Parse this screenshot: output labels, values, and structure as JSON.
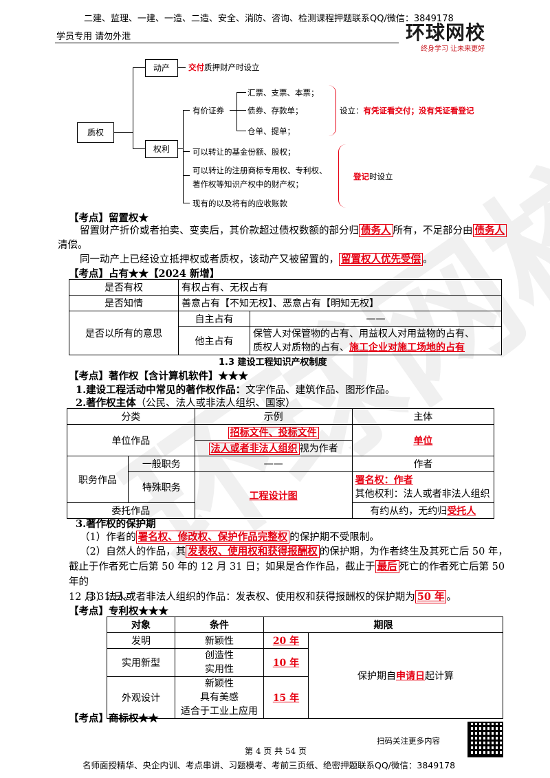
{
  "header": {
    "top_line": "二建、监理、一建、一造、二造、安全、消防、咨询、检测课程押题联系QQ/微信：3849178",
    "left": "学员专用  请勿外泄",
    "logo": "环球网校",
    "slogan": "终身学习  让未来更好"
  },
  "diagram": {
    "root": "质权",
    "movable": "动产",
    "movable_note_red": "交付",
    "movable_note": "质押财产时设立",
    "rights": "权利",
    "securities": "有价证券",
    "sec_items": [
      "汇票、支票、本票；",
      "债券、存款单；",
      "仓单、提单；"
    ],
    "sec_rule_prefix": "设立：",
    "sec_rule_red": "有凭证看交付；没有凭证看登记",
    "right_items": [
      "可以转让的基金份额、股权；",
      "可以转让的注册商标专用权、专利权、",
      "著作权等知识产权中的财产权；",
      "现有的以及将有的应收账款"
    ],
    "reg_red": "登记",
    "reg_rest": "时设立"
  },
  "lien": {
    "heading": "【考点】留置权★",
    "p1a": "留置财产折价或者拍卖、变卖后，其价款超过债权数额的部分归",
    "p1b": "债务人",
    "p1c": "所有，不足部分由",
    "p1d": "债务人",
    "p1e": "清偿。",
    "p2a": "同一动产上已经设立抵押权或者质权，该动产又被留置的，",
    "p2b": "留置权人优先受偿",
    "p2c": "。"
  },
  "possession": {
    "heading": "【考点】占有★★【2024 新增】",
    "r1": [
      "是否有权",
      "有权占有、无权占有"
    ],
    "r2": [
      "是否知情",
      "善意占有【不知无权】、恶意占有【明知无权】"
    ],
    "r3a": "是否以所有的意思",
    "r3b": "自主占有",
    "r3c": "——",
    "r4b": "他主占有",
    "r4c1": "保管人对保管物的占有、用益权人对用益物的占有、",
    "r4c2": "质权人对质物的占有、",
    "r4c3": "施工企业对施工场地的占有"
  },
  "section": "1.3   建设工程知识产权制度",
  "copyright": {
    "heading": "【考点】著作权【含计算机软件】★★★",
    "h1": "1.建设工程活动中常见的著作权作品：",
    "h1t": "文字作品、建筑作品、图形作品。",
    "h2": "2.著作权主体",
    "h2t": "（公民、法人或非法人组织、国家）",
    "th": [
      "分类",
      "示例",
      "主体"
    ],
    "unit": "单位作品",
    "unit_ex1": "招标文件、投标文件",
    "unit_ex2": "法人或者非法人组织",
    "unit_ex2b": "视为作者",
    "unit_subj": "单位",
    "job": "职务作品",
    "general": "一般职务",
    "general_ex": "——",
    "general_subj": "作者",
    "special": "特殊职务",
    "special_ex": "工程设计图",
    "special_subj1": "署名权：作者",
    "special_subj2": "其他权利：法人或者非法人组织",
    "commission": "委托作品",
    "commission_subj_a": "有约从约，无约归",
    "commission_subj_b": "受托人",
    "h3": "3.著作权的保护期",
    "p1a": "（1）作者的",
    "p1b": "署名权、修改权、保护作品完整权",
    "p1c": "的保护期不受限制。",
    "p2a": "（2）自然人的作品，其",
    "p2b": "发表权、使用权和获得报酬权",
    "p2c": "的保护期，为作者终生及其死亡后 50 年，",
    "p2d": "截止于作者死亡后第 50 年的 12 月 31 日；如果是合作作品，截止于",
    "p2e": "最后",
    "p2f": "死亡的作者死亡后第 50 年的",
    "p2g": "12 月 31 日。",
    "p3a": "（3）法人或者非法人组织的作品：发表权、使用权和获得报酬权的保护期为",
    "p3b": "50 年",
    "p3c": "。"
  },
  "patent": {
    "heading": "【考点】专利权★★★",
    "th": [
      "对象",
      "条件",
      "期限"
    ],
    "r1": [
      "发明",
      "新颖性",
      "20 年"
    ],
    "r2": [
      "实用新型",
      "创造性",
      "实用性",
      "10 年"
    ],
    "r3": [
      "外观设计",
      "新颖性",
      "具有美感",
      "适合于工业上应用",
      "15 年"
    ],
    "note_a": "保护期自",
    "note_b": "申请日",
    "note_c": "起计算"
  },
  "trademark": {
    "heading": "【考点】商标权★★"
  },
  "footer": {
    "scan": "扫码关注更多内容",
    "page": "第 4 页 共 54 页",
    "bottom": "名师面授精华、央企内训、考点串讲、习题模考、考前三页纸、绝密押题联系QQ/微信：3849178"
  }
}
